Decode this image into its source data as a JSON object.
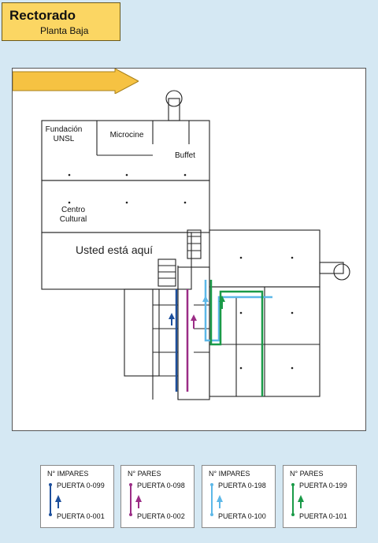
{
  "header": {
    "title": "Rectorado",
    "subtitle": "Planta Baja"
  },
  "rooms": {
    "fundacion": "Fundación UNSL",
    "microcine": "Microcine",
    "buffet": "Buffet",
    "centro": "Centro Cultural"
  },
  "you_are_here": "Usted está aquí",
  "legend": [
    {
      "title": "N° IMPARES",
      "top_label": "PUERTA 0-099",
      "bottom_label": "PUERTA 0-001",
      "color": "#1d4f9c"
    },
    {
      "title": "N° PARES",
      "top_label": "PUERTA 0-098",
      "bottom_label": "PUERTA 0-002",
      "color": "#9b2d86"
    },
    {
      "title": "N° IMPARES",
      "top_label": "PUERTA 0-198",
      "bottom_label": "PUERTA 0-100",
      "color": "#5db8e8"
    },
    {
      "title": "N° PARES",
      "top_label": "PUERTA 0-199",
      "bottom_label": "PUERTA 0-101",
      "color": "#1a9a48"
    }
  ]
}
